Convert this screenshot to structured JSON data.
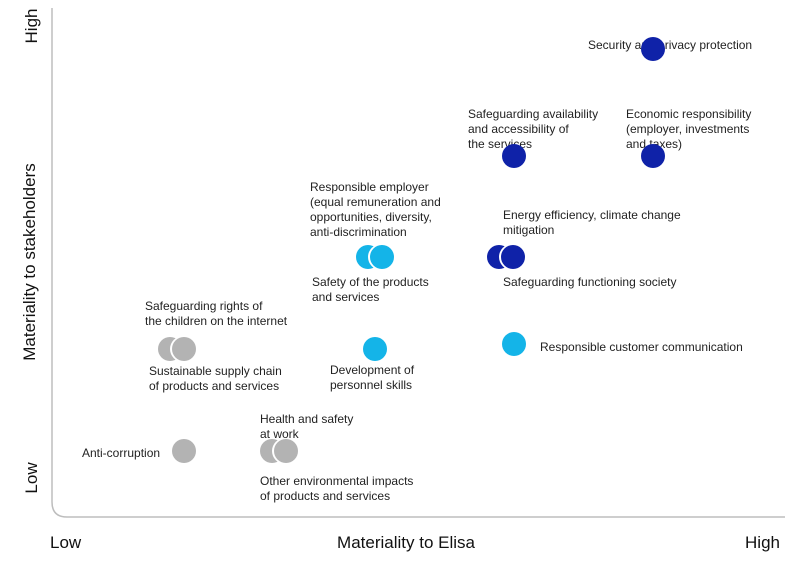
{
  "chart_data": {
    "type": "scatter",
    "title": "",
    "xlabel": "Materiality to Elisa",
    "ylabel": "Materiality to stakeholders",
    "x_tick_low": "Low",
    "x_tick_high": "High",
    "y_tick_low": "Low",
    "y_tick_high": "High",
    "xlim": [
      0,
      100
    ],
    "ylim": [
      0,
      100
    ],
    "grid": false,
    "legend": "none",
    "colors": {
      "gray": "#b3b3b3",
      "light_blue": "#14b4e8",
      "dark_blue": "#0f22a8"
    },
    "points": [
      {
        "label": "Security and privacy protection",
        "x": 82,
        "y": 92,
        "color": "dark_blue",
        "count": 1
      },
      {
        "label": "Safeguarding availability\nand accessibility of\nthe services",
        "x": 63,
        "y": 71,
        "color": "dark_blue",
        "count": 1
      },
      {
        "label": "Economic responsibility\n(employer, investments\nand taxes)",
        "x": 82,
        "y": 71,
        "color": "dark_blue",
        "count": 1
      },
      {
        "label": "Responsible employer\n(equal remuneration and\nopportunities, diversity,\nanti-discrimination",
        "x": 44,
        "y": 51,
        "color": "light_blue",
        "count": 2
      },
      {
        "label": "Safety of the products\nand services",
        "x": 46,
        "y": 51,
        "color": "light_blue",
        "count": 0
      },
      {
        "label": "Energy efficiency, climate change\nmitigation",
        "x": 62,
        "y": 51,
        "color": "dark_blue",
        "count": 2
      },
      {
        "label": "Safeguarding functioning society",
        "x": 64,
        "y": 51,
        "color": "dark_blue",
        "count": 0
      },
      {
        "label": "Safeguarding rights of\nthe children on the internet",
        "x": 17,
        "y": 33,
        "color": "gray",
        "count": 2
      },
      {
        "label": "Sustainable supply chain\nof products and services",
        "x": 19,
        "y": 33,
        "color": "gray",
        "count": 0
      },
      {
        "label": "Development of\npersonnel skills",
        "x": 44,
        "y": 33,
        "color": "light_blue",
        "count": 1
      },
      {
        "label": "Responsible customer communication",
        "x": 63,
        "y": 34,
        "color": "light_blue",
        "count": 1
      },
      {
        "label": "Health and safety\nat work",
        "x": 31,
        "y": 13,
        "color": "gray",
        "count": 2
      },
      {
        "label": "Other environmental impacts\nof products and services",
        "x": 33,
        "y": 13,
        "color": "gray",
        "count": 0
      },
      {
        "label": "Anti-corruption",
        "x": 18,
        "y": 13,
        "color": "gray",
        "count": 1
      }
    ]
  }
}
